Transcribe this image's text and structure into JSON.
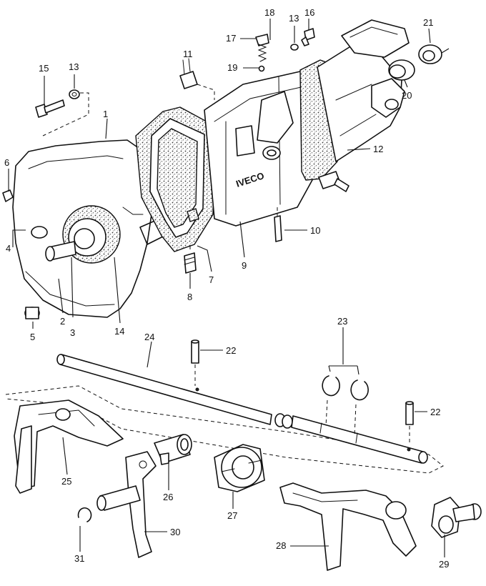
{
  "callouts": {
    "c1": "1",
    "c2": "2",
    "c3": "3",
    "c4": "4",
    "c5": "5",
    "c6": "6",
    "c7": "7",
    "c8": "8",
    "c9": "9",
    "c10": "10",
    "c11": "11",
    "c12": "12",
    "c13a": "13",
    "c13b": "13",
    "c14": "14",
    "c15": "15",
    "c16": "16",
    "c17": "17",
    "c18": "18",
    "c19": "19",
    "c20": "20",
    "c21": "21",
    "c22a": "22",
    "c22b": "22",
    "c23": "23",
    "c24": "24",
    "c25": "25",
    "c26": "26",
    "c27": "27",
    "c28": "28",
    "c29": "29",
    "c30": "30",
    "c31": "31"
  },
  "housing_text": "IVECO"
}
